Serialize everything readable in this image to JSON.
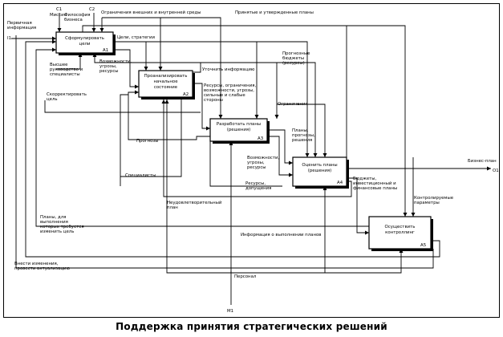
{
  "caption": "Поддержка принятия стратегических решений",
  "boxes": {
    "a1": [
      "Сформулировать",
      "цели"
    ],
    "a1_id": "A1",
    "a2": [
      "Проанализировать",
      "начальное",
      "состояние"
    ],
    "a2_id": "A2",
    "a3": [
      "Разработать планы",
      "(решения)"
    ],
    "a3_id": "A3",
    "a4": [
      "Оценить планы",
      "(решения)"
    ],
    "a4_id": "A4",
    "a5": [
      "Осуществить",
      "контроллинг"
    ],
    "a5_id": "A5"
  },
  "codes": {
    "i1": "I1",
    "c1": "C1",
    "c2": "C2",
    "m1": "M1",
    "o1": "O1"
  },
  "arrow_labels": {
    "input_info": [
      "Первичная",
      "информация"
    ],
    "mission": "Миссия",
    "philosophy": [
      "Философия",
      "бизнеса"
    ],
    "constraints": "Ограничения внешних и внутренней среды",
    "accepted_plans": "Принятые и утвержденные планы",
    "goals": "Цели, стратегии",
    "opportunities": [
      "Возможности,",
      "угрозы,",
      "ресурсы"
    ],
    "management": [
      "Высшее",
      "руководство и",
      "специалисты"
    ],
    "clarify_info": "Уточнить информацию",
    "forecast_budgets": [
      "Прогнозные",
      "бюджеты",
      "(ресурсы)"
    ],
    "resources_list": [
      "Ресурсы, ограничения,",
      "возможности, угрозы,",
      "сильные и слабые",
      "стороны"
    ],
    "adjust_goal": [
      "Скорректировать",
      "цель"
    ],
    "restrictions": "Ограничения",
    "plans_forecasts": [
      "Планы,",
      "прогнозы,",
      "решения"
    ],
    "forecasts": "Прогнозы",
    "opp_threats_res": [
      "Возможности,",
      "угрозы,",
      "ресурсы"
    ],
    "specialists": "Специалисты",
    "resources_allowances": [
      "Ресурсы,",
      "допущения"
    ],
    "business_plan": "Бизнес-план",
    "budgets": [
      "Бюджеты,",
      "инвестиционный и",
      "финансовые планы"
    ],
    "bad_plan": [
      "Неудовлетворительный",
      "план"
    ],
    "controlled_params": [
      "Контролируемые",
      "параметры"
    ],
    "plans_to_change": [
      "Планы, для",
      "выполнения",
      "которых требуется",
      "изменить цель"
    ],
    "plan_exec_info": "Информация о выполнении планов",
    "make_changes": [
      "Внести изменения,",
      "провести актуализацию"
    ],
    "personnel": "Персонал"
  }
}
